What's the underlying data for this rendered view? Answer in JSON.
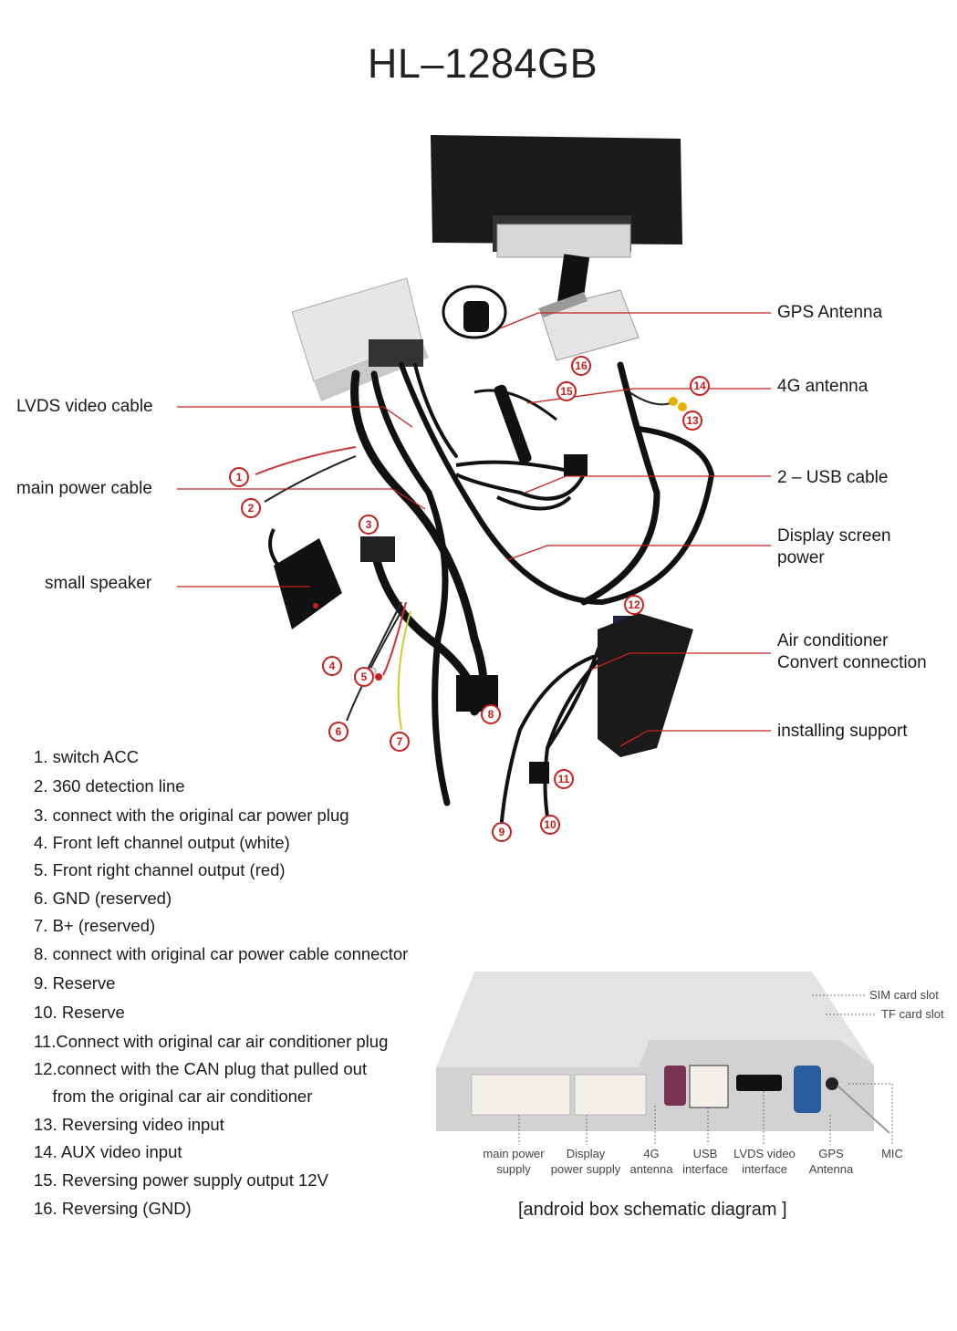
{
  "title": "HL–1284GB",
  "callouts_right": {
    "gps_antenna": "GPS Antenna",
    "antenna_4g": "4G antenna",
    "usb_cable": "2 – USB cable",
    "display_power_1": "Display screen",
    "display_power_2": "power",
    "air_cond_1": "Air conditioner",
    "air_cond_2": "Convert connection",
    "installing_support": "installing support"
  },
  "callouts_left": {
    "lvds": "LVDS video cable",
    "main_power": "main power cable",
    "speaker": "small speaker"
  },
  "markers": [
    "1",
    "2",
    "3",
    "4",
    "5",
    "6",
    "7",
    "8",
    "9",
    "10",
    "11",
    "12",
    "13",
    "14",
    "15",
    "16"
  ],
  "legend": [
    "1. switch ACC",
    "2. 360 detection line",
    "3. connect with the original car power plug",
    "4. Front left channel output (white)",
    "5. Front right channel output (red)",
    "6. GND (reserved)",
    "7. B+ (reserved)",
    "8. connect with original car power cable connector",
    "9. Reserve",
    "10.  Reserve",
    "11.Connect with original car air conditioner plug",
    "12.connect with the CAN plug that pulled out",
    "    from the original car air conditioner",
    "13. Reversing video input",
    "14. AUX video input",
    "15. Reversing power supply output 12V",
    "16. Reversing (GND)"
  ],
  "box_schematic": {
    "slots": {
      "sim": "SIM card slot",
      "tf": "TF card slot"
    },
    "ports": [
      {
        "l1": "main power",
        "l2": "supply"
      },
      {
        "l1": "Display",
        "l2": "power supply"
      },
      {
        "l1": "4G",
        "l2": "antenna"
      },
      {
        "l1": "USB",
        "l2": "interface"
      },
      {
        "l1": "LVDS video",
        "l2": "interface"
      },
      {
        "l1": "GPS",
        "l2": "Antenna"
      },
      {
        "l1": "MIC",
        "l2": ""
      }
    ],
    "caption": "[android box schematic diagram ]"
  },
  "colors": {
    "accent_red": "#c8201c",
    "cable": "#111111",
    "box": "#dcdcdc"
  }
}
